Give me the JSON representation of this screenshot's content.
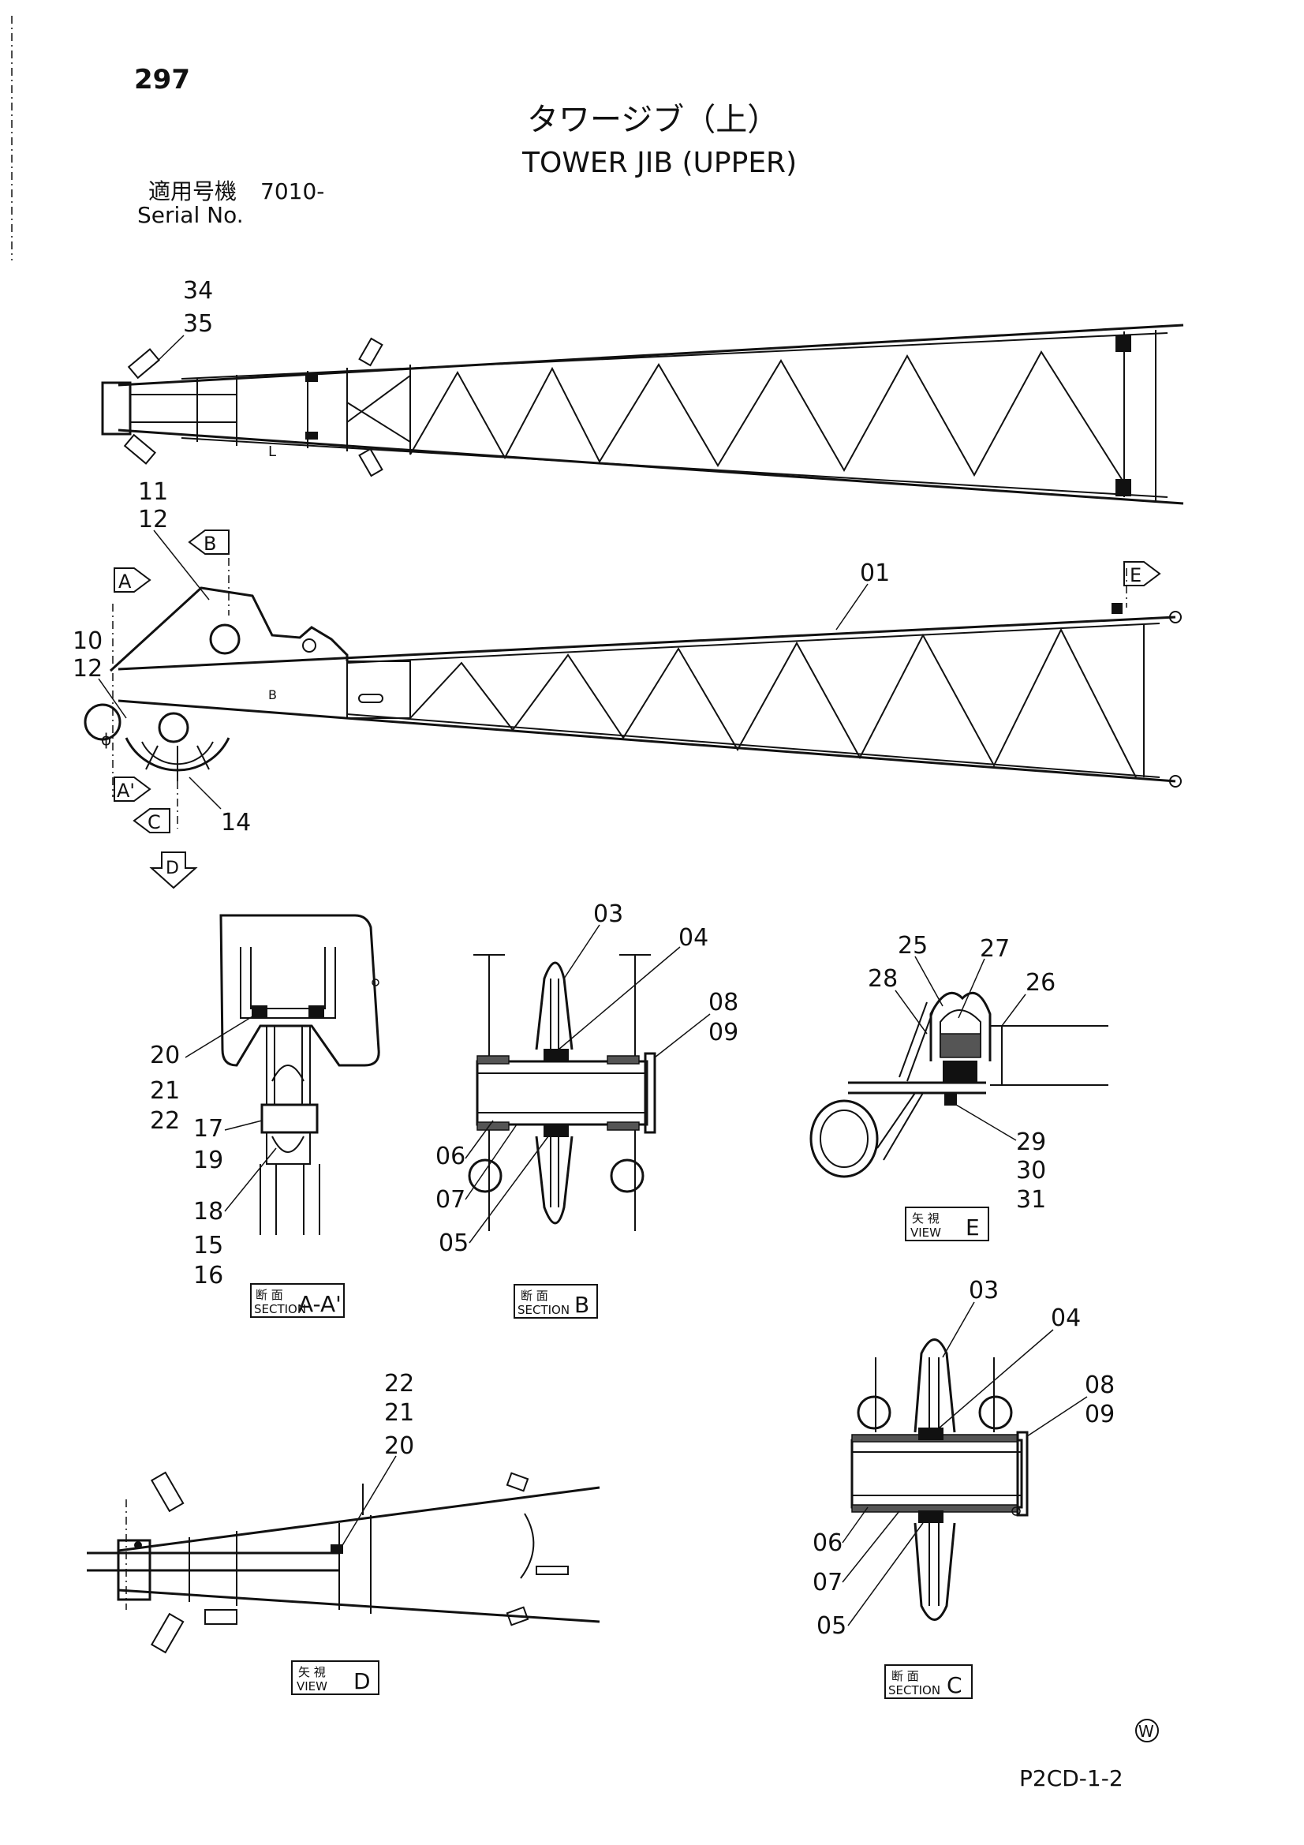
{
  "page_number": "297",
  "title_jp": "タワージブ（上）",
  "title_en": "TOWER JIB (UPPER)",
  "serial": {
    "label_jp": "適用号機",
    "value": "7010-",
    "label_en": "Serial No."
  },
  "callouts": {
    "c34": "34",
    "c35": "35",
    "c11": "11",
    "c12a": "12",
    "c10": "10",
    "c12b": "12",
    "c14": "14",
    "c01": "01",
    "c20a": "20",
    "c21a": "21",
    "c22a": "22",
    "c17": "17",
    "c19": "19",
    "c18": "18",
    "c15": "15",
    "c16": "16",
    "c03a": "03",
    "c04a": "04",
    "c08a": "08",
    "c09a": "09",
    "c06a": "06",
    "c07a": "07",
    "c05a": "05",
    "c25": "25",
    "c27": "27",
    "c28": "28",
    "c26": "26",
    "c29": "29",
    "c30": "30",
    "c31": "31",
    "c22b": "22",
    "c21b": "21",
    "c20b": "20",
    "c03b": "03",
    "c04b": "04",
    "c08b": "08",
    "c09b": "09",
    "c06b": "06",
    "c07b": "07",
    "c05b": "05"
  },
  "markers": {
    "small_l": "L",
    "small_b": "B",
    "phi": "ϕ"
  },
  "view_arrows": {
    "A": "A",
    "A_prime": "A'",
    "B": "B",
    "C": "C",
    "D": "D",
    "E": "E"
  },
  "view_tags": {
    "section_aa": {
      "jp": "断 面",
      "en": "SECTION",
      "id": "A-A'"
    },
    "section_b": {
      "jp": "断 面",
      "en": "SECTION",
      "id": "B"
    },
    "view_e": {
      "jp": "矢 視",
      "en": "VIEW",
      "id": "E"
    },
    "view_d": {
      "jp": "矢 視",
      "en": "VIEW",
      "id": "D"
    },
    "section_c": {
      "jp": "断 面",
      "en": "SECTION",
      "id": "C"
    }
  },
  "footer": {
    "code": "P2CD-1-2",
    "mark": "W"
  }
}
